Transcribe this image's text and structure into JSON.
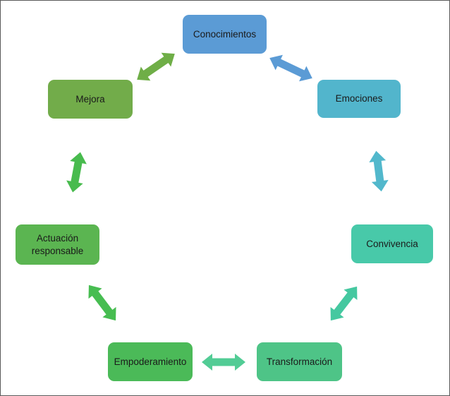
{
  "diagram": {
    "background_color": "#ffffff",
    "border_color": "#5a5a5a",
    "text_color": "#1a1a1a",
    "nodes": [
      {
        "id": "conocimientos",
        "label": "Conocimientos",
        "color": "#5B9BD5"
      },
      {
        "id": "emociones",
        "label": "Emociones",
        "color": "#52B5CC"
      },
      {
        "id": "convivencia",
        "label": "Convivencia",
        "color": "#48C9A9"
      },
      {
        "id": "transformacion",
        "label": "Transformación",
        "color": "#4EC487"
      },
      {
        "id": "empoderamiento",
        "label": "Empoderamiento",
        "color": "#4BBA58"
      },
      {
        "id": "actuacion_responsable",
        "label": "Actuación responsable",
        "color": "#5BB551"
      },
      {
        "id": "mejora",
        "label": "Mejora",
        "color": "#72AC4A"
      }
    ],
    "connectors": [
      {
        "id": "mejora-conocimientos",
        "type": "double-arrow",
        "color": "#6FAE47"
      },
      {
        "id": "conocimientos-emociones",
        "type": "double-arrow",
        "color": "#5B9BD5"
      },
      {
        "id": "emociones-convivencia",
        "type": "double-arrow",
        "color": "#52B8CC"
      },
      {
        "id": "convivencia-transformacion",
        "type": "double-arrow",
        "color": "#45C8A0"
      },
      {
        "id": "transformacion-empoderamiento",
        "type": "double-arrow",
        "color": "#52CC95"
      },
      {
        "id": "empoderamiento-actuacion",
        "type": "double-arrow",
        "color": "#47BD51"
      },
      {
        "id": "actuacion-mejora",
        "type": "double-arrow",
        "color": "#48BB4E"
      }
    ]
  }
}
